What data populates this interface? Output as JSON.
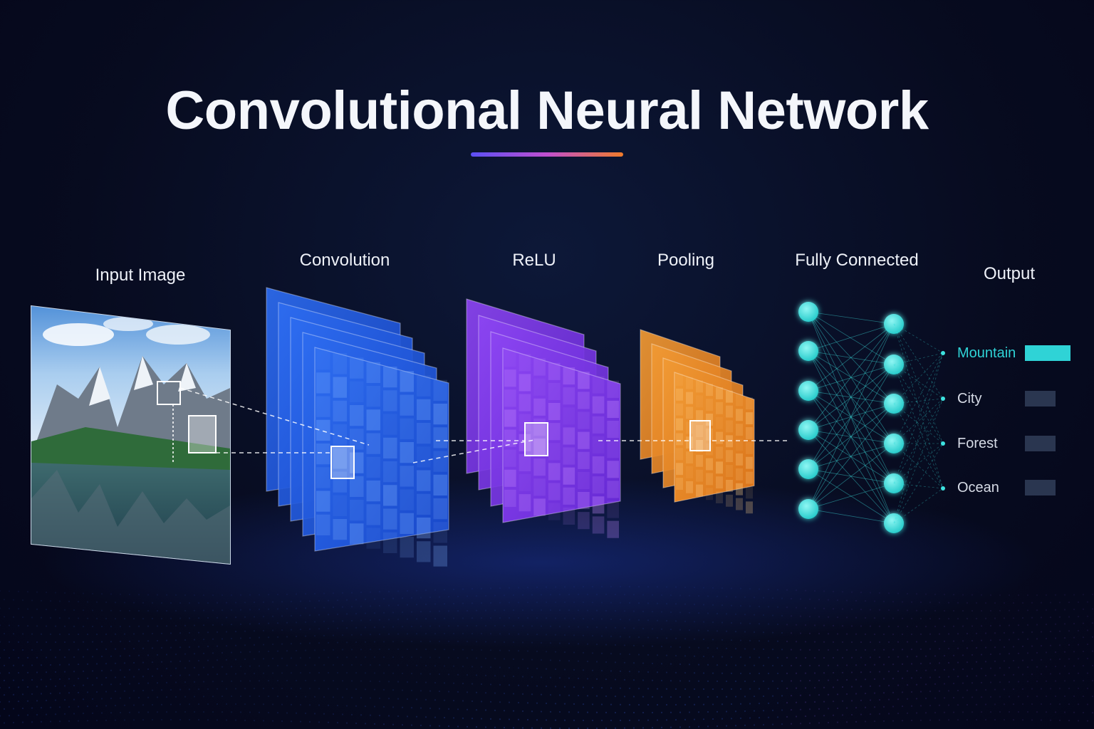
{
  "title": "Convolutional Neural Network",
  "colors": {
    "underline_start": "#5b4ff5",
    "underline_end": "#f07b2a",
    "convolution": "#2f6ff0",
    "relu": "#8a3ff0",
    "pooling": "#ee8a24",
    "neuron": "#3de3e0",
    "active_output": "#2fd3d6",
    "inactive_output": "#2a3650"
  },
  "stages": {
    "input": "Input Image",
    "convolution": "Convolution",
    "relu": "ReLU",
    "pooling": "Pooling",
    "fully_connected": "Fully Connected",
    "output": "Output"
  },
  "outputs": [
    {
      "label": "Mountain",
      "active": true
    },
    {
      "label": "City",
      "active": false
    },
    {
      "label": "Forest",
      "active": false
    },
    {
      "label": "Ocean",
      "active": false
    }
  ],
  "fully_connected_layers": [
    6,
    6
  ]
}
